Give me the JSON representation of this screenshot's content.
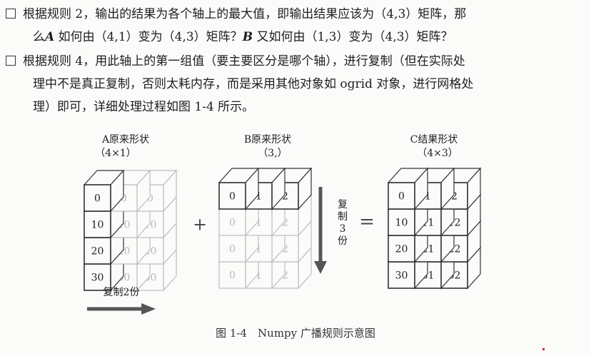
{
  "bullet1": {
    "line1": "根据规则 2，输出的结果为各个轴上的最大值，即输出结果应该为（4,3）矩阵，那",
    "line2_pre": "么",
    "var_a": "A",
    "line2_mid": " 如何由（4,1）变为（4,3）矩阵？",
    "var_b": "B",
    "line2_post": " 又如何由（1,3）变为（4,3）矩阵？"
  },
  "bullet2": {
    "line1": "根据规则 4，用此轴上的第一组值（要主要区分是哪个轴），进行复制（但在实际处",
    "line2": "理中不是真正复制，否则太耗内存，而是采用其他对象如 ogrid 对象，进行网格处",
    "line3": "理）即可，详细处理过程如图 1-4 所示。"
  },
  "figure": {
    "panel_a": {
      "title": "A原来形状",
      "shape": "（4×1）",
      "column": [
        "0",
        "10",
        "20",
        "30"
      ],
      "copies": [
        [
          "0",
          "0"
        ],
        [
          "10",
          "10"
        ],
        [
          "20",
          "20"
        ],
        [
          "30",
          "30"
        ]
      ]
    },
    "plus": "+",
    "panel_b": {
      "title": "B原来形状",
      "shape": "（3,）",
      "row": [
        "0",
        "1",
        "2"
      ],
      "copies": [
        [
          "0",
          "1",
          "2"
        ],
        [
          "0",
          "1",
          "2"
        ],
        [
          "0",
          "1",
          "2"
        ]
      ]
    },
    "copy_down_label": [
      "复",
      "制",
      "3",
      "份"
    ],
    "equals": "=",
    "panel_c": {
      "title": "C结果形状",
      "shape": "（4×3）",
      "grid": [
        [
          "0",
          "1",
          "2"
        ],
        [
          "10",
          "11",
          "12"
        ],
        [
          "20",
          "21",
          "22"
        ],
        [
          "30",
          "31",
          "32"
        ]
      ]
    },
    "copy_right_label": "复制2份",
    "caption": "图 1-4　Numpy 广播规则示意图"
  },
  "colors": {
    "text": "#1e1e1e",
    "line_dark": "#333333",
    "line_faded": "#bdbdbd",
    "text_faded": "#b8b8b8",
    "arrow": "#555555"
  }
}
